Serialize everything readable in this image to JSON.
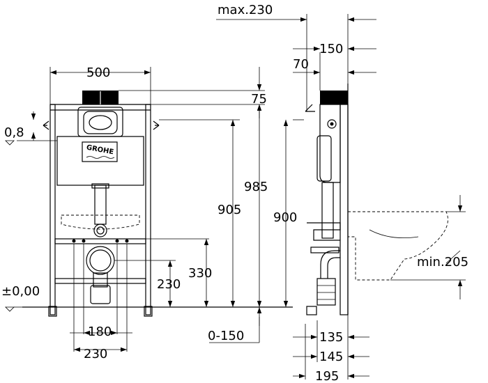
{
  "brand": "GROHE",
  "dimensions": {
    "max_230": "max.230",
    "d150": "150",
    "d70": "70",
    "d500": "500",
    "d75": "75",
    "d0_8": "0,8",
    "d985": "985",
    "d905": "905",
    "d900": "900",
    "d330": "330",
    "d230_height": "230",
    "level_zero": "±0,00",
    "d180": "180",
    "d230_width": "230",
    "d0_150": "0-150",
    "min_205": "min.205",
    "d135": "135",
    "d145": "145",
    "d195": "195"
  }
}
